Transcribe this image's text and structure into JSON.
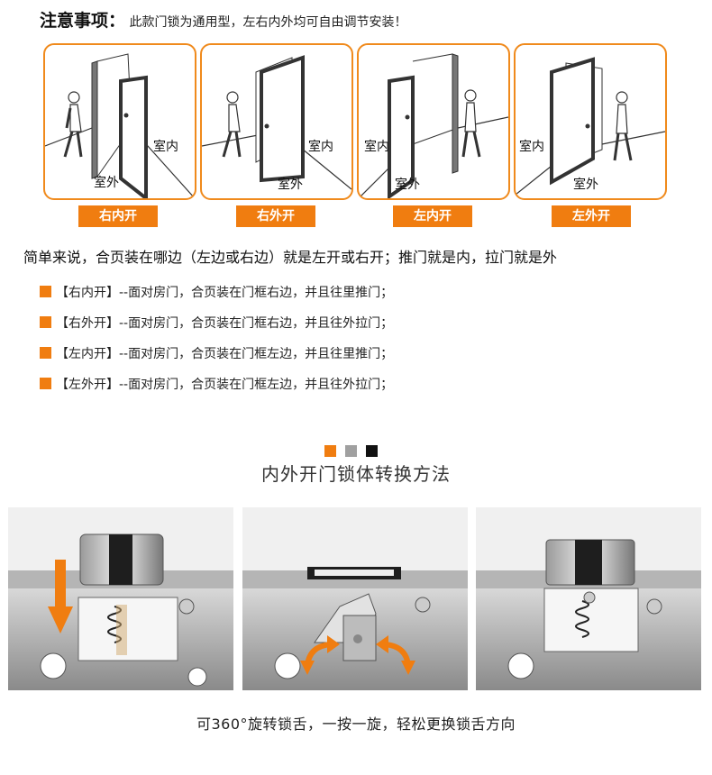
{
  "notice": {
    "heading": "注意事项：",
    "text": "此款门锁为通用型，左右内外均可自由调节安装！"
  },
  "door_cards": [
    {
      "tag": "右内开",
      "labels": [
        "室内",
        "室外"
      ]
    },
    {
      "tag": "右外开",
      "labels": [
        "室内",
        "室外"
      ]
    },
    {
      "tag": "左内开",
      "labels": [
        "室内",
        "室外"
      ]
    },
    {
      "tag": "左外开",
      "labels": [
        "室内",
        "室外"
      ]
    }
  ],
  "summary": "简单来说，合页装在哪边（左边或右边）就是左开或右开；推门就是内，拉门就是外",
  "rules": [
    "【右内开】--面对房门，合页装在门框右边，并且往里推门；",
    "【右外开】--面对房门，合页装在门框右边，并且往外拉门；",
    "【左内开】--面对房门，合页装在门框左边，并且往里推门；",
    "【左外开】--面对房门，合页装在门框左边，并且往外拉门；"
  ],
  "colors": {
    "accent": "#f07d10",
    "dot_gray": "#a0a0a0",
    "dot_black": "#111111"
  },
  "section_title": "内外开门锁体转换方法",
  "caption": "可360°旋转锁舌，一按一旋，轻松更换锁舌方向",
  "icons": [
    "walking-person-icon",
    "down-arrow-icon",
    "rotate-arrows-icon"
  ]
}
